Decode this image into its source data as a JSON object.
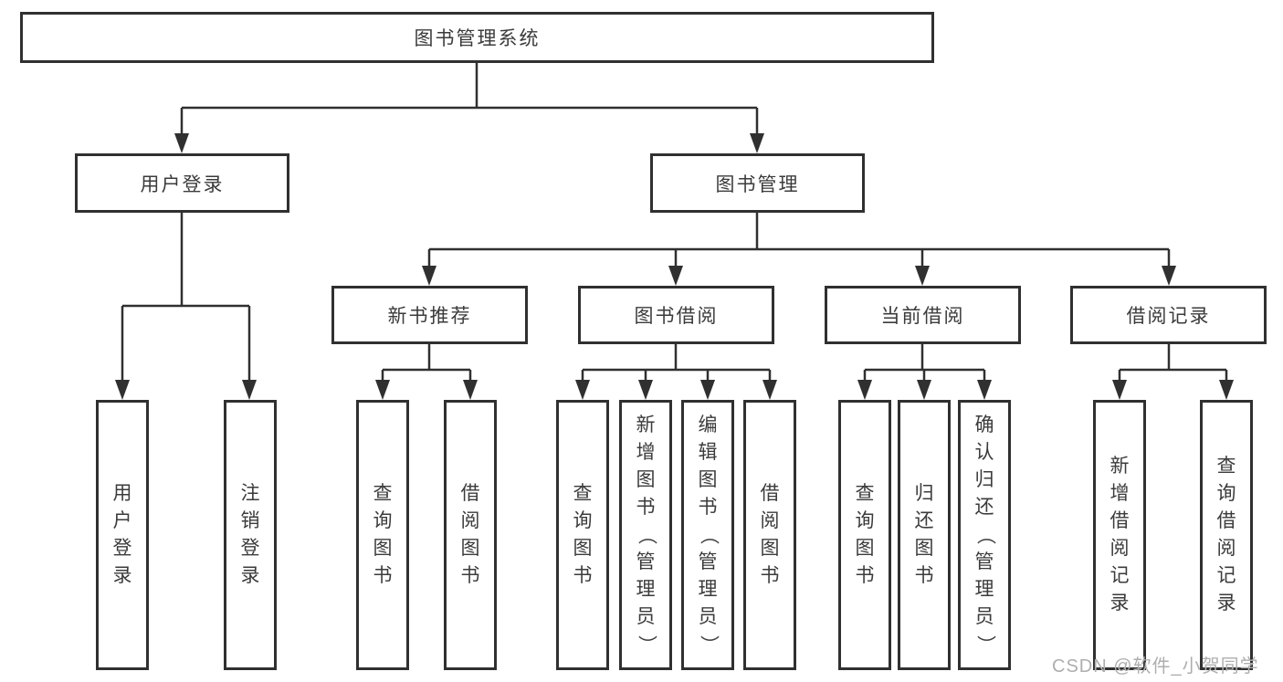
{
  "diagram_type": "hierarchy-chart",
  "colors": {
    "line": "#303030",
    "node_border": "#303030",
    "node_text": "#3b3b3b",
    "background": "#ffffff",
    "watermark": "#aeaeae"
  },
  "tree": {
    "label": "图书管理系统",
    "children": [
      {
        "label": "用户登录",
        "children": [
          {
            "label": "用户登录"
          },
          {
            "label": "注销登录"
          }
        ]
      },
      {
        "label": "图书管理",
        "children": [
          {
            "label": "新书推荐",
            "children": [
              {
                "label": "查询图书"
              },
              {
                "label": "借阅图书"
              }
            ]
          },
          {
            "label": "图书借阅",
            "children": [
              {
                "label": "查询图书"
              },
              {
                "label": "新增图书（管理员）"
              },
              {
                "label": "编辑图书（管理员）"
              },
              {
                "label": "借阅图书"
              }
            ]
          },
          {
            "label": "当前借阅",
            "children": [
              {
                "label": "查询图书"
              },
              {
                "label": "归还图书"
              },
              {
                "label": "确认归还（管理员）"
              }
            ]
          },
          {
            "label": "借阅记录",
            "children": [
              {
                "label": "新增借阅记录"
              },
              {
                "label": "查询借阅记录"
              }
            ]
          }
        ]
      }
    ]
  },
  "watermark": {
    "text": "CSDN @软件_小贺同学"
  }
}
